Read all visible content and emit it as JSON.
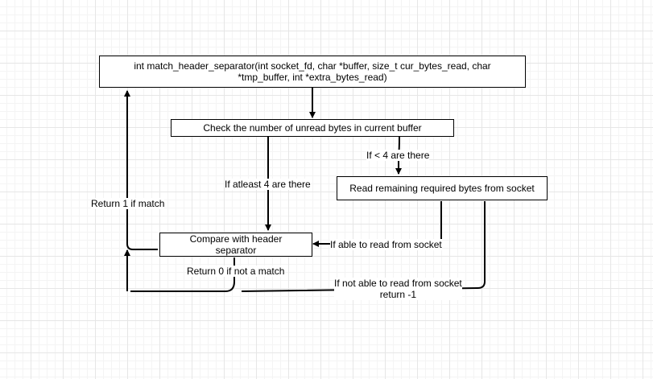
{
  "nodes": {
    "function_signature": "int match_header_separator(int socket_fd, char *buffer, size_t cur_bytes_read, char *tmp_buffer, int *extra_bytes_read)",
    "check_unread": "Check the number of unread bytes in current buffer",
    "read_remaining": "Read remaining required bytes from socket",
    "compare_separator": "Compare with header separator"
  },
  "edge_labels": {
    "less_than_4": "If < 4 are there",
    "atleast_4": "If atleast 4 are there",
    "return_1": "Return 1 if match",
    "return_0": "Return 0 if not a match",
    "able_to_read": "If able to read from socket",
    "not_able_line1": "If not able to read from socket",
    "not_able_line2": "return -1"
  }
}
